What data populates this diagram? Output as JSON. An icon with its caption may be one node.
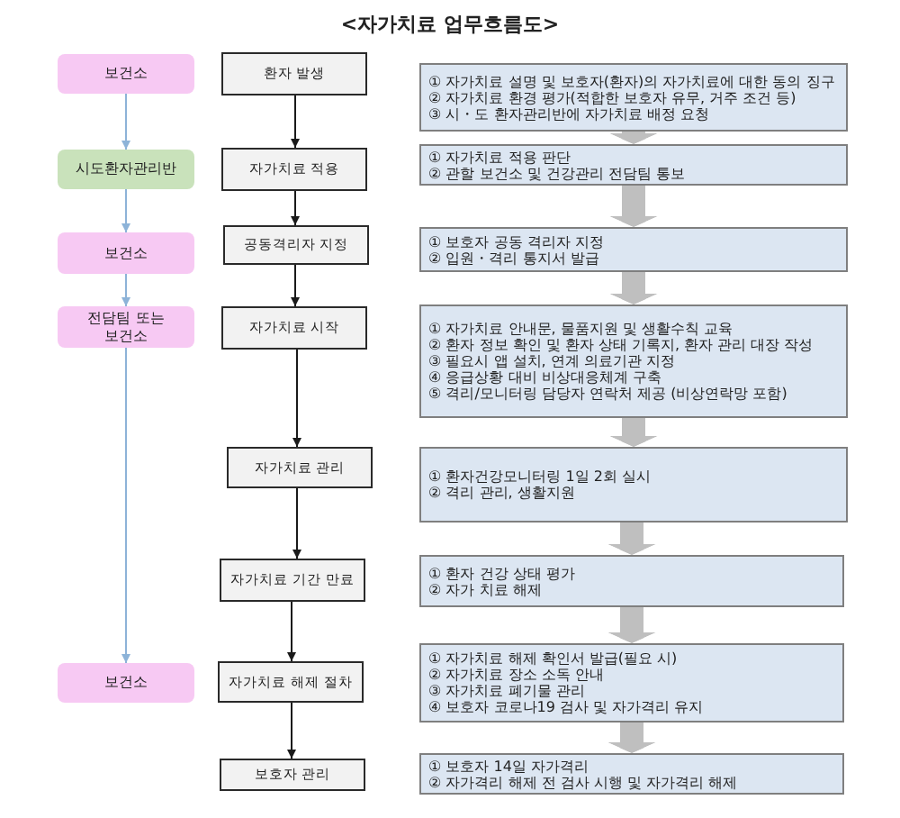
{
  "diagram": {
    "title": "<자가치료 업무흐름도>",
    "nodes": [
      {
        "text": [
          "보건소"
        ]
      },
      {
        "text": [
          "환자 발생"
        ]
      },
      {
        "text": [
          "① 자가치료 설명 및 보호자(환자)의 자가치료에 대한 동의 징구",
          "② 자가치료 환경 평가(적합한 보호자 유무, 거주 조건 등)",
          "③ 시・도 환자관리반에 자가치료 배정 요청"
        ]
      },
      {
        "text": [
          "시도환자관리반"
        ]
      },
      {
        "text": [
          "자가치료 적용"
        ]
      },
      {
        "text": [
          "① 자가치료 적용 판단",
          "② 관할 보건소 및 건강관리 전담팀 통보"
        ]
      },
      {
        "text": [
          "보건소"
        ]
      },
      {
        "text": [
          "공동격리자 지정"
        ]
      },
      {
        "text": [
          "① 보호자 공동 격리자 지정",
          "② 입원・격리 통지서 발급"
        ]
      },
      {
        "text": [
          "전담팀 또는 보건소"
        ]
      },
      {
        "text": [
          "자가치료 시작"
        ]
      },
      {
        "text": [
          "① 자가치료 안내문, 물품지원 및 생활수칙 교육",
          "② 환자 정보 확인 및 환자 상태 기록지, 환자 관리 대장 작성",
          "③ 필요시 앱 설치, 연계 의료기관 지정",
          "④ 응급상황 대비 비상대응체계 구축",
          "⑤ 격리/모니터링 담당자 연락처 제공 (비상연락망 포함)"
        ]
      },
      {
        "text": [
          "자가치료 관리"
        ]
      },
      {
        "text": [
          "① 환자건강모니터링 1일 2회 실시",
          "② 격리 관리, 생활지원"
        ]
      },
      {
        "text": [
          "자가치료 기간 만료"
        ]
      },
      {
        "text": [
          "① 환자 건강 상태 평가",
          "② 자가 치료 해제"
        ]
      },
      {
        "text": [
          "보건소"
        ]
      },
      {
        "text": [
          "자가치료 해제 절차"
        ]
      },
      {
        "text": [
          "① 자가치료 해제 확인서 발급(필요 시)",
          "② 자가치료 장소 소독 안내",
          "③ 자가치료 폐기물 관리",
          "④ 보호자 코로나19 검사 및 자가격리 유지"
        ]
      },
      {
        "text": [
          "보호자 관리"
        ]
      },
      {
        "text": [
          "① 보호자 14일 자가격리",
          "② 자가격리 해제 전 검사 시행 및 자가격리 해제"
        ]
      }
    ],
    "edges": [
      {
        "from": 0,
        "to": 3,
        "arrow": "to",
        "color": "#8db3d8"
      },
      {
        "from": 3,
        "to": 6,
        "arrow": "to",
        "color": "#8db3d8"
      },
      {
        "from": 6,
        "to": 9,
        "arrow": "to",
        "color": "#8db3d8"
      },
      {
        "from": 9,
        "to": 16,
        "arrow": "to",
        "color": "#8db3d8"
      },
      {
        "from": 1,
        "to": 4,
        "arrow": "to"
      },
      {
        "from": 4,
        "to": 7,
        "arrow": "to"
      },
      {
        "from": 7,
        "to": 10,
        "arrow": "to"
      },
      {
        "from": 10,
        "to": 12,
        "arrow": "to"
      },
      {
        "from": 12,
        "to": 14,
        "arrow": "to"
      },
      {
        "from": 14,
        "to": 17,
        "arrow": "to"
      },
      {
        "from": 17,
        "to": 19,
        "arrow": "to"
      },
      {
        "from": 2,
        "to": 5,
        "arrow": "to",
        "style": "thick",
        "color": "#bfbfbf"
      },
      {
        "from": 5,
        "to": 8,
        "arrow": "to",
        "style": "thick",
        "color": "#bfbfbf"
      },
      {
        "from": 8,
        "to": 11,
        "arrow": "to",
        "style": "thick",
        "color": "#bfbfbf"
      },
      {
        "from": 11,
        "to": 13,
        "arrow": "to",
        "style": "thick",
        "color": "#bfbfbf"
      },
      {
        "from": 13,
        "to": 15,
        "arrow": "to",
        "style": "thick",
        "color": "#bfbfbf"
      },
      {
        "from": 15,
        "to": 18,
        "arrow": "to",
        "style": "thick",
        "color": "#bfbfbf"
      },
      {
        "from": 18,
        "to": 20,
        "arrow": "to",
        "style": "thick",
        "color": "#bfbfbf"
      }
    ]
  }
}
